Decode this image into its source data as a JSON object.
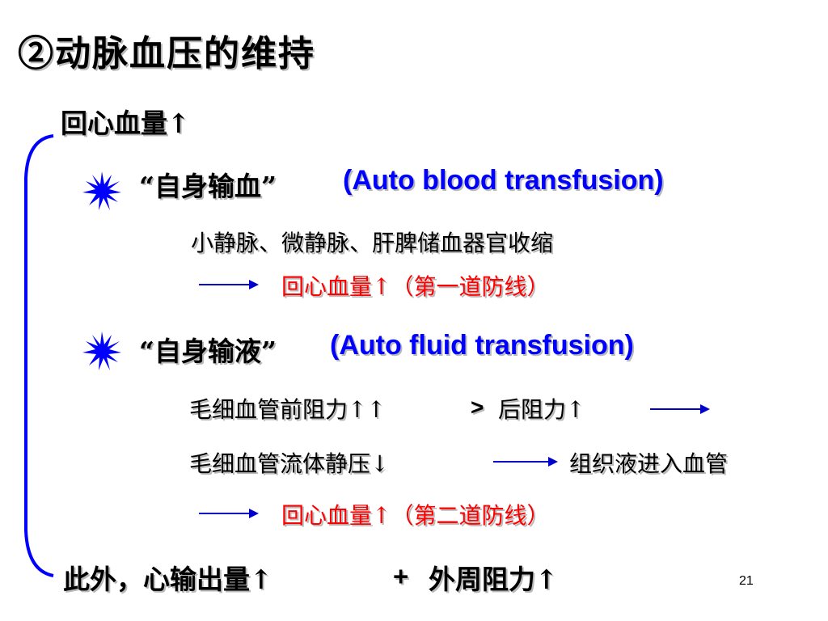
{
  "title": "②动脉血压的维持",
  "venous_return": "回心血量↑",
  "item1": {
    "label_cn": "“自身输血”",
    "label_en": "(Auto blood transfusion)",
    "detail": "小静脉、微静脉、肝脾储血器官收缩",
    "result": "回心血量↑（第一道防线）"
  },
  "item2": {
    "label_cn": "“自身输液”",
    "label_en": "(Auto fluid transfusion)",
    "line1_a": "毛细血管前阻力↑↑",
    "line1_gt": ">",
    "line1_b": "后阻力↑",
    "line2_a": "毛细血管流体静压↓",
    "line2_b": "组织液进入血管",
    "result": "回心血量↑（第二道防线）"
  },
  "footer": {
    "a": "此外，心输出量↑",
    "plus": "+",
    "b": "外周阻力↑"
  },
  "page_number": "21",
  "colors": {
    "accent_blue": "#0000ff",
    "accent_red": "#ff0000",
    "arrow": "#0000cc"
  },
  "icons": [
    "starburst-icon",
    "right-arrow-icon",
    "left-bracket"
  ]
}
